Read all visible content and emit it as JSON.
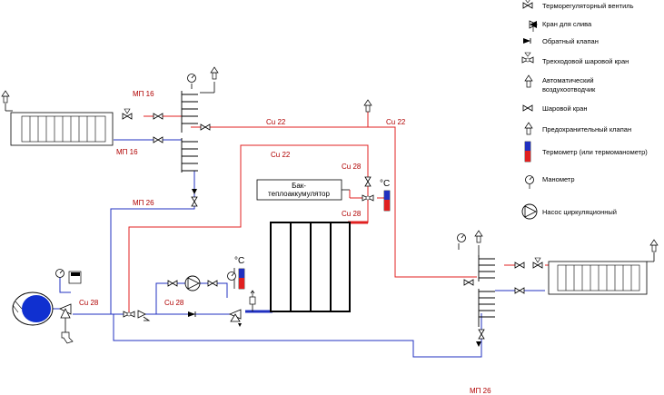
{
  "legend": {
    "items": [
      {
        "id": "thermo_valve",
        "text": "Терморегуляторный вентиль"
      },
      {
        "id": "drain_valve",
        "text": "Кран для слива"
      },
      {
        "id": "check_valve",
        "text": "Обратный клапан"
      },
      {
        "id": "three_way",
        "text": "Трехходовой шаровой кран"
      },
      {
        "id": "air_vent_1",
        "text": "Автоматический"
      },
      {
        "id": "air_vent_2",
        "text": "воздухоотводчик"
      },
      {
        "id": "ball_valve",
        "text": "Шаровой кран"
      },
      {
        "id": "safety_valve",
        "text": "Предохранительный клапан"
      },
      {
        "id": "thermometer",
        "text": "Термометр (или термоманометр)"
      },
      {
        "id": "manometer",
        "text": "Манометр"
      },
      {
        "id": "pump",
        "text": "Насос циркуляционный"
      }
    ]
  },
  "labels": {
    "mp16_top": "МП 16",
    "mp16_bottom": "МП 16",
    "mp26_left": "МП 26",
    "mp26_bottom": "МП 26",
    "cu22_a": "Cu 22",
    "cu22_b": "Cu 22",
    "cu22_c": "Cu 22",
    "cu28_a": "Cu 28",
    "cu28_b": "Cu 28",
    "cu28_c": "Cu 28",
    "cu28_d": "Cu 28",
    "tank_line1": "Бак-",
    "tank_line2": "теплоаккумулятор",
    "deg_c_1": "°C",
    "deg_c_2": "°C"
  },
  "colors": {
    "supply": "#e02020",
    "return": "#2030c0",
    "label": "#b00000",
    "boiler": "#1030d0"
  }
}
